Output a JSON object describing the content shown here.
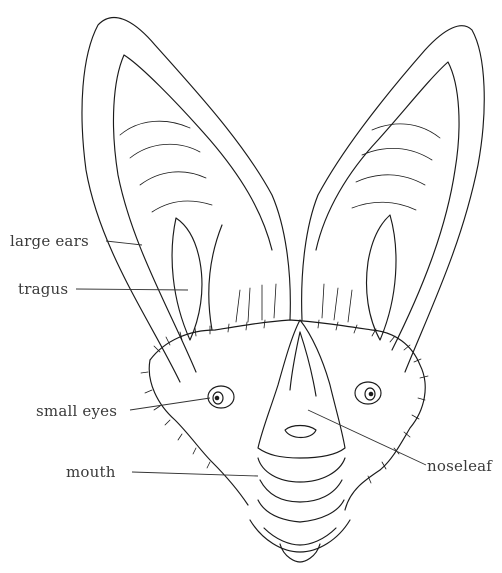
{
  "labels": {
    "ears": "large ears",
    "tragus": "tragus",
    "eyes": "small eyes",
    "noseleaf": "noseleaf",
    "mouth": "mouth"
  },
  "colors": {
    "ink": "#1a1a1a",
    "label_text": "#3a3a3a",
    "background": "#ffffff"
  }
}
